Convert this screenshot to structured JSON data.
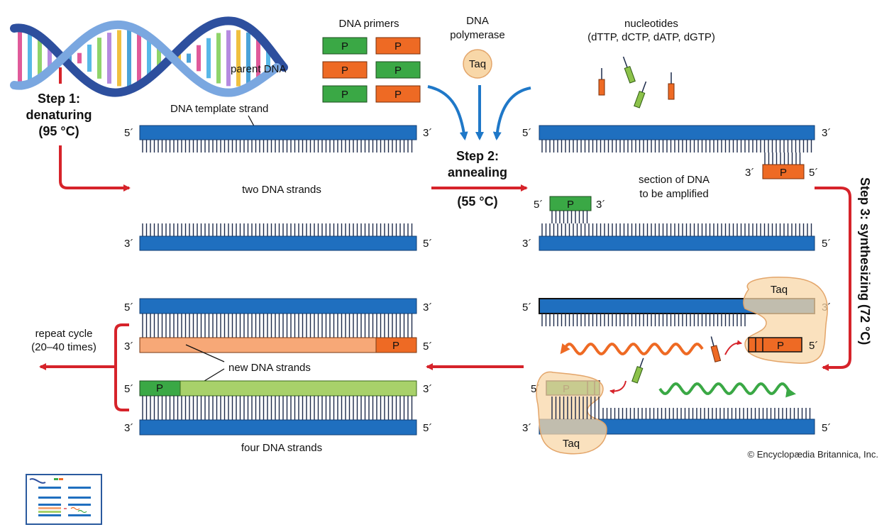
{
  "labels": {
    "parent_dna": "parent DNA",
    "step1_line1": "Step 1:",
    "step1_line2": "denaturing",
    "step1_line3": "(95 °C)",
    "template_strand": "DNA template strand",
    "two_strands": "two DNA strands",
    "primers": "DNA primers",
    "polymerase_line1": "DNA",
    "polymerase_line2": "polymerase",
    "taq": "Taq",
    "nucleotides_line1": "nucleotides",
    "nucleotides_line2": "(dTTP, dCTP, dATP, dGTP)",
    "step2_line1": "Step 2:",
    "step2_line2": "annealing",
    "step2_line3": "(55 °C)",
    "section_line1": "section of DNA",
    "section_line2": "to be amplified",
    "step3": "Step 3: synthesizing (72 °C)",
    "repeat_line1": "repeat cycle",
    "repeat_line2": "(20–40 times)",
    "new_strands": "new DNA strands",
    "four_strands": "four DNA strands",
    "copyright": "© Encyclopædia Britannica, Inc.",
    "primer_letter": "P",
    "five_prime": "5´",
    "three_prime": "3´"
  },
  "colors": {
    "dna_blue": "#1f6fbf",
    "primer_green": "#3aa845",
    "primer_orange": "#ee6a24",
    "new_orange": "#f7a877",
    "new_green": "#a8d16a",
    "arrow_red": "#d6232a",
    "arrow_blue": "#1f78c8",
    "taq_fill": "#f8d7a8",
    "tick": "#1c2a4a"
  }
}
